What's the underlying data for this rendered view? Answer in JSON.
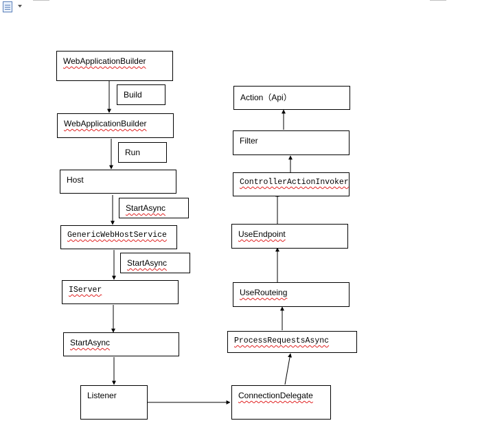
{
  "nodes": {
    "wab1": "WebApplicationBuilder",
    "build": "Build",
    "wab2": "WebApplicationBuilder",
    "run": "Run",
    "host": "Host",
    "start_async_1": "StartAsync",
    "generic_web_host_service": "GenericWebHostService",
    "start_async_2": "StartAsync",
    "iserver": "IServer",
    "start_async_3": "StartAsync",
    "listener": "Listener",
    "connection_delegate": "ConnectionDelegate",
    "process_requests_async": "ProcessRequestsAsync",
    "use_routeing": "UseRouteing",
    "use_endpoint": "UseEndpoint",
    "controller_action_invoker": "ControllerActionInvoker",
    "filter": "Filter",
    "action_api": "Action（Api）"
  },
  "toolbar": {
    "icon": "document-icon",
    "menu_icon": "chevron-down-icon"
  }
}
